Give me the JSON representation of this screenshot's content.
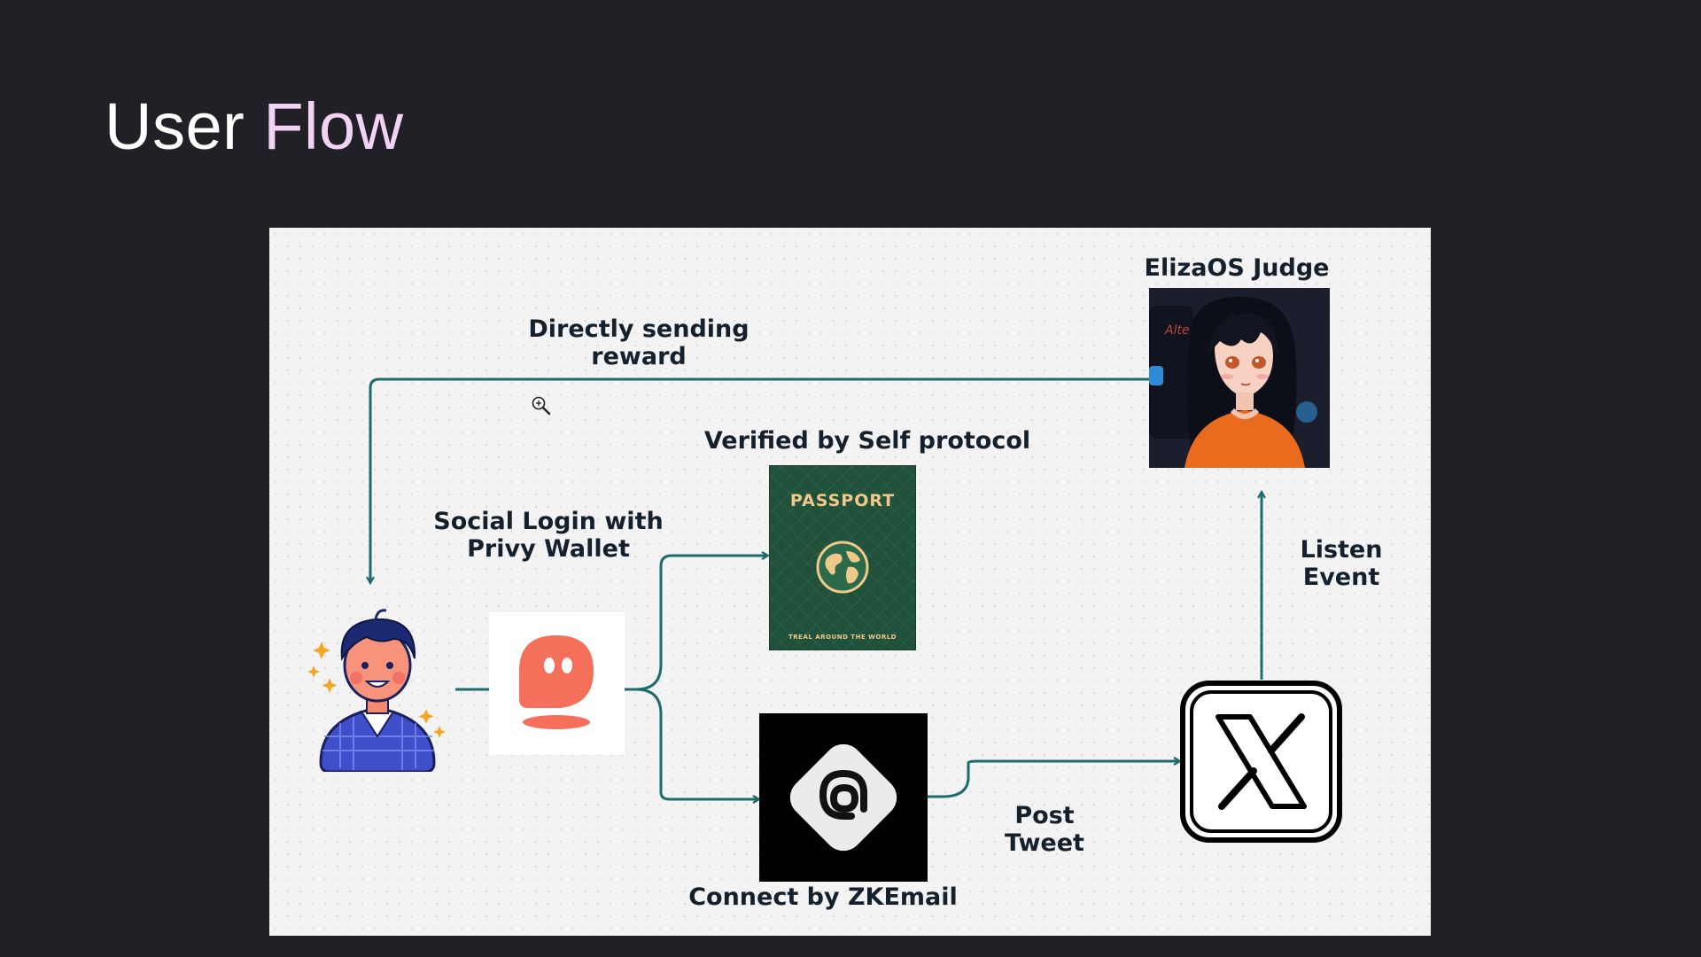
{
  "slide": {
    "title_part1": "User",
    "title_part2": "Flow"
  },
  "diagram": {
    "labels": {
      "direct_reward": "Directly sending\nreward",
      "judge": "ElizaOS Judge",
      "verified": "Verified by Self protocol",
      "social_login": "Social Login with\nPrivy Wallet",
      "listen_event": "Listen\nEvent",
      "post_tweet": "Post\nTweet",
      "zkemail": "Connect by ZKEmail"
    },
    "nodes": {
      "user": "user-avatar",
      "privy": "privy-logo",
      "passport": "passport",
      "zkemail": "zkemail-logo",
      "x": "x-logo",
      "judge": "anime-judge-avatar"
    },
    "passport": {
      "title": "PASSPORT",
      "footer": "TREAL AROUND THE WORLD"
    },
    "judge_badge": "Alte",
    "colors": {
      "arrow": "#1e6b6b",
      "privy": "#f4705a",
      "passport": "#20513a",
      "passport_gold": "#f0c98a"
    }
  }
}
